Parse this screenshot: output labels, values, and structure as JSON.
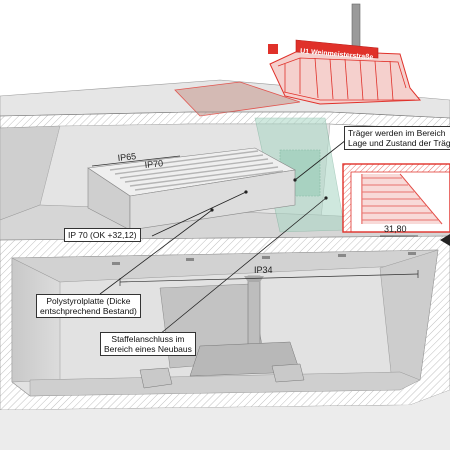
{
  "colors": {
    "highlight": "#e0312a",
    "concrete": "#d9d9d9",
    "concrete_dark": "#bdbdbd",
    "hatch": "#9e9e9e",
    "glass": "#a9d6c4"
  },
  "sign": {
    "text": "U1 Weinmeisterstraße"
  },
  "dimensions": {
    "ip65": "IP65",
    "ip70": "IP70",
    "ip34": "IP34",
    "level": "31,80"
  },
  "callouts": {
    "beams": {
      "line1": "Träger werden im Bereich",
      "line2": "Lage und Zustand der Träg"
    },
    "ip70_level": "IP 70 (OK +32,12)",
    "polystyrene": {
      "line1": "Polystyrolplatte (Dicke",
      "line2": "entschprechend Bestand)"
    },
    "stair_joint": {
      "line1": "Staffelanschluss im",
      "line2": "Bereich eines Neubaus"
    }
  }
}
